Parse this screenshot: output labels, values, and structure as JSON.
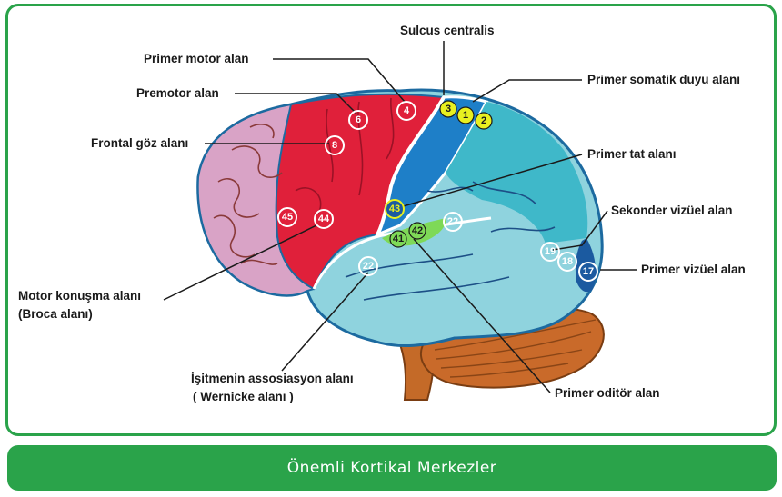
{
  "labels": {
    "sulcus": "Sulcus centralis",
    "primer_motor": "Primer motor alan",
    "premotor": "Premotor alan",
    "frontal_goz": "Frontal göz alanı",
    "primer_somatik": "Primer somatik duyu alanı",
    "primer_tat": "Primer tat alanı",
    "sekonder_vizuel": "Sekonder vizüel alan",
    "primer_vizuel": "Primer vizüel alan",
    "motor_konusma_1": "Motor konuşma alanı",
    "motor_konusma_2": "(Broca alanı)",
    "isitme_1": "İşitmenin assosiasyon alanı",
    "isitme_2": "( Wernicke alanı )",
    "primer_oditor": "Primer oditör alan"
  },
  "areas": {
    "a3": "3",
    "a1": "1",
    "a2": "2",
    "a4": "4",
    "a6": "6",
    "a8": "8",
    "a45": "45",
    "a44": "44",
    "a43": "43",
    "a41": "41",
    "a42": "42",
    "a22_upper": "22",
    "a22_lower": "22",
    "a19": "19",
    "a18": "18",
    "a17": "17"
  },
  "footer": {
    "title": "Önemli Kortikal Merkezler"
  },
  "colors": {
    "frame": "#2aa34a",
    "prefrontal": "#d9a3c6",
    "motor": "#e0203a",
    "somatosensory": "#1e7fc8",
    "parietal": "#3fb8c9",
    "temporal": "#8fd3de",
    "visual": "#1b5aa0",
    "cerebellum": "#c96a2a",
    "auditory": "#7ed957"
  }
}
